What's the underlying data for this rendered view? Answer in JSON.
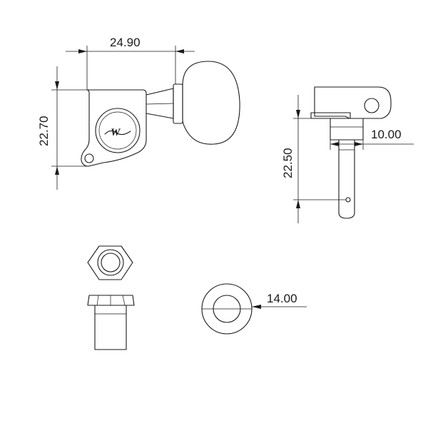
{
  "dimensions": {
    "width_top": "24.90",
    "height_side": "22.70",
    "post_length": "22.50",
    "post_diameter": "10.00",
    "washer_diameter": "14.00"
  },
  "logo": {
    "text": "W",
    "color": "#1a1a1a"
  },
  "colors": {
    "line": "#1a1a1a",
    "background": "#ffffff"
  }
}
